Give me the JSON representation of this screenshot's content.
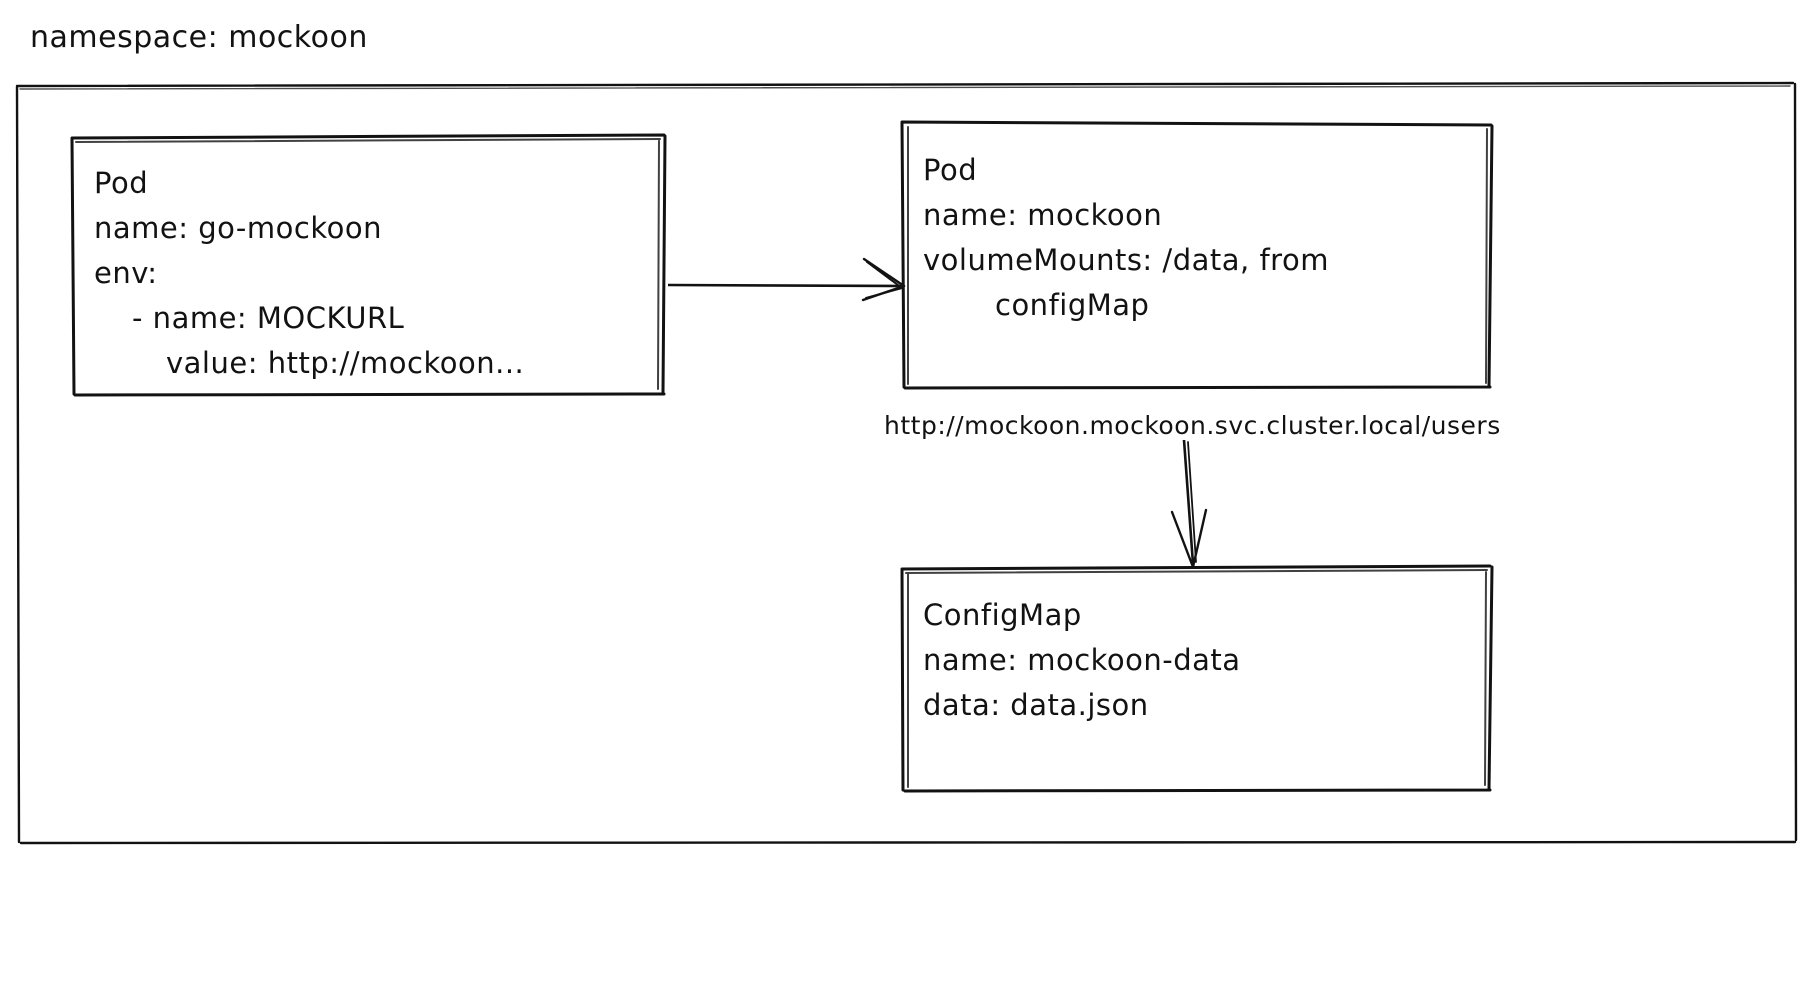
{
  "diagram": {
    "title": "namespace: mockoon",
    "stroke_color": "#121212",
    "background_color": "#ffffff",
    "style": "hand-drawn"
  },
  "nodes": {
    "pod_go_mockoon": {
      "kind": "Pod",
      "lines": [
        "Pod",
        "name: go-mockoon",
        "env:",
        "- name: MOCKURL",
        "value: http://mockoon..."
      ]
    },
    "pod_mockoon": {
      "kind": "Pod",
      "lines": [
        "Pod",
        "name: mockoon",
        "volumeMounts: /data, from",
        "configMap"
      ]
    },
    "configmap": {
      "kind": "ConfigMap",
      "lines": [
        "ConfigMap",
        "name: mockoon-data",
        "data: data.json"
      ]
    }
  },
  "edges": {
    "pod_to_pod": {
      "label": "",
      "from": "pod_go_mockoon",
      "to": "pod_mockoon"
    },
    "url_to_configmap": {
      "label": "http://mockoon.mockoon.svc.cluster.local/users",
      "from": "pod_mockoon",
      "to": "configmap"
    }
  }
}
